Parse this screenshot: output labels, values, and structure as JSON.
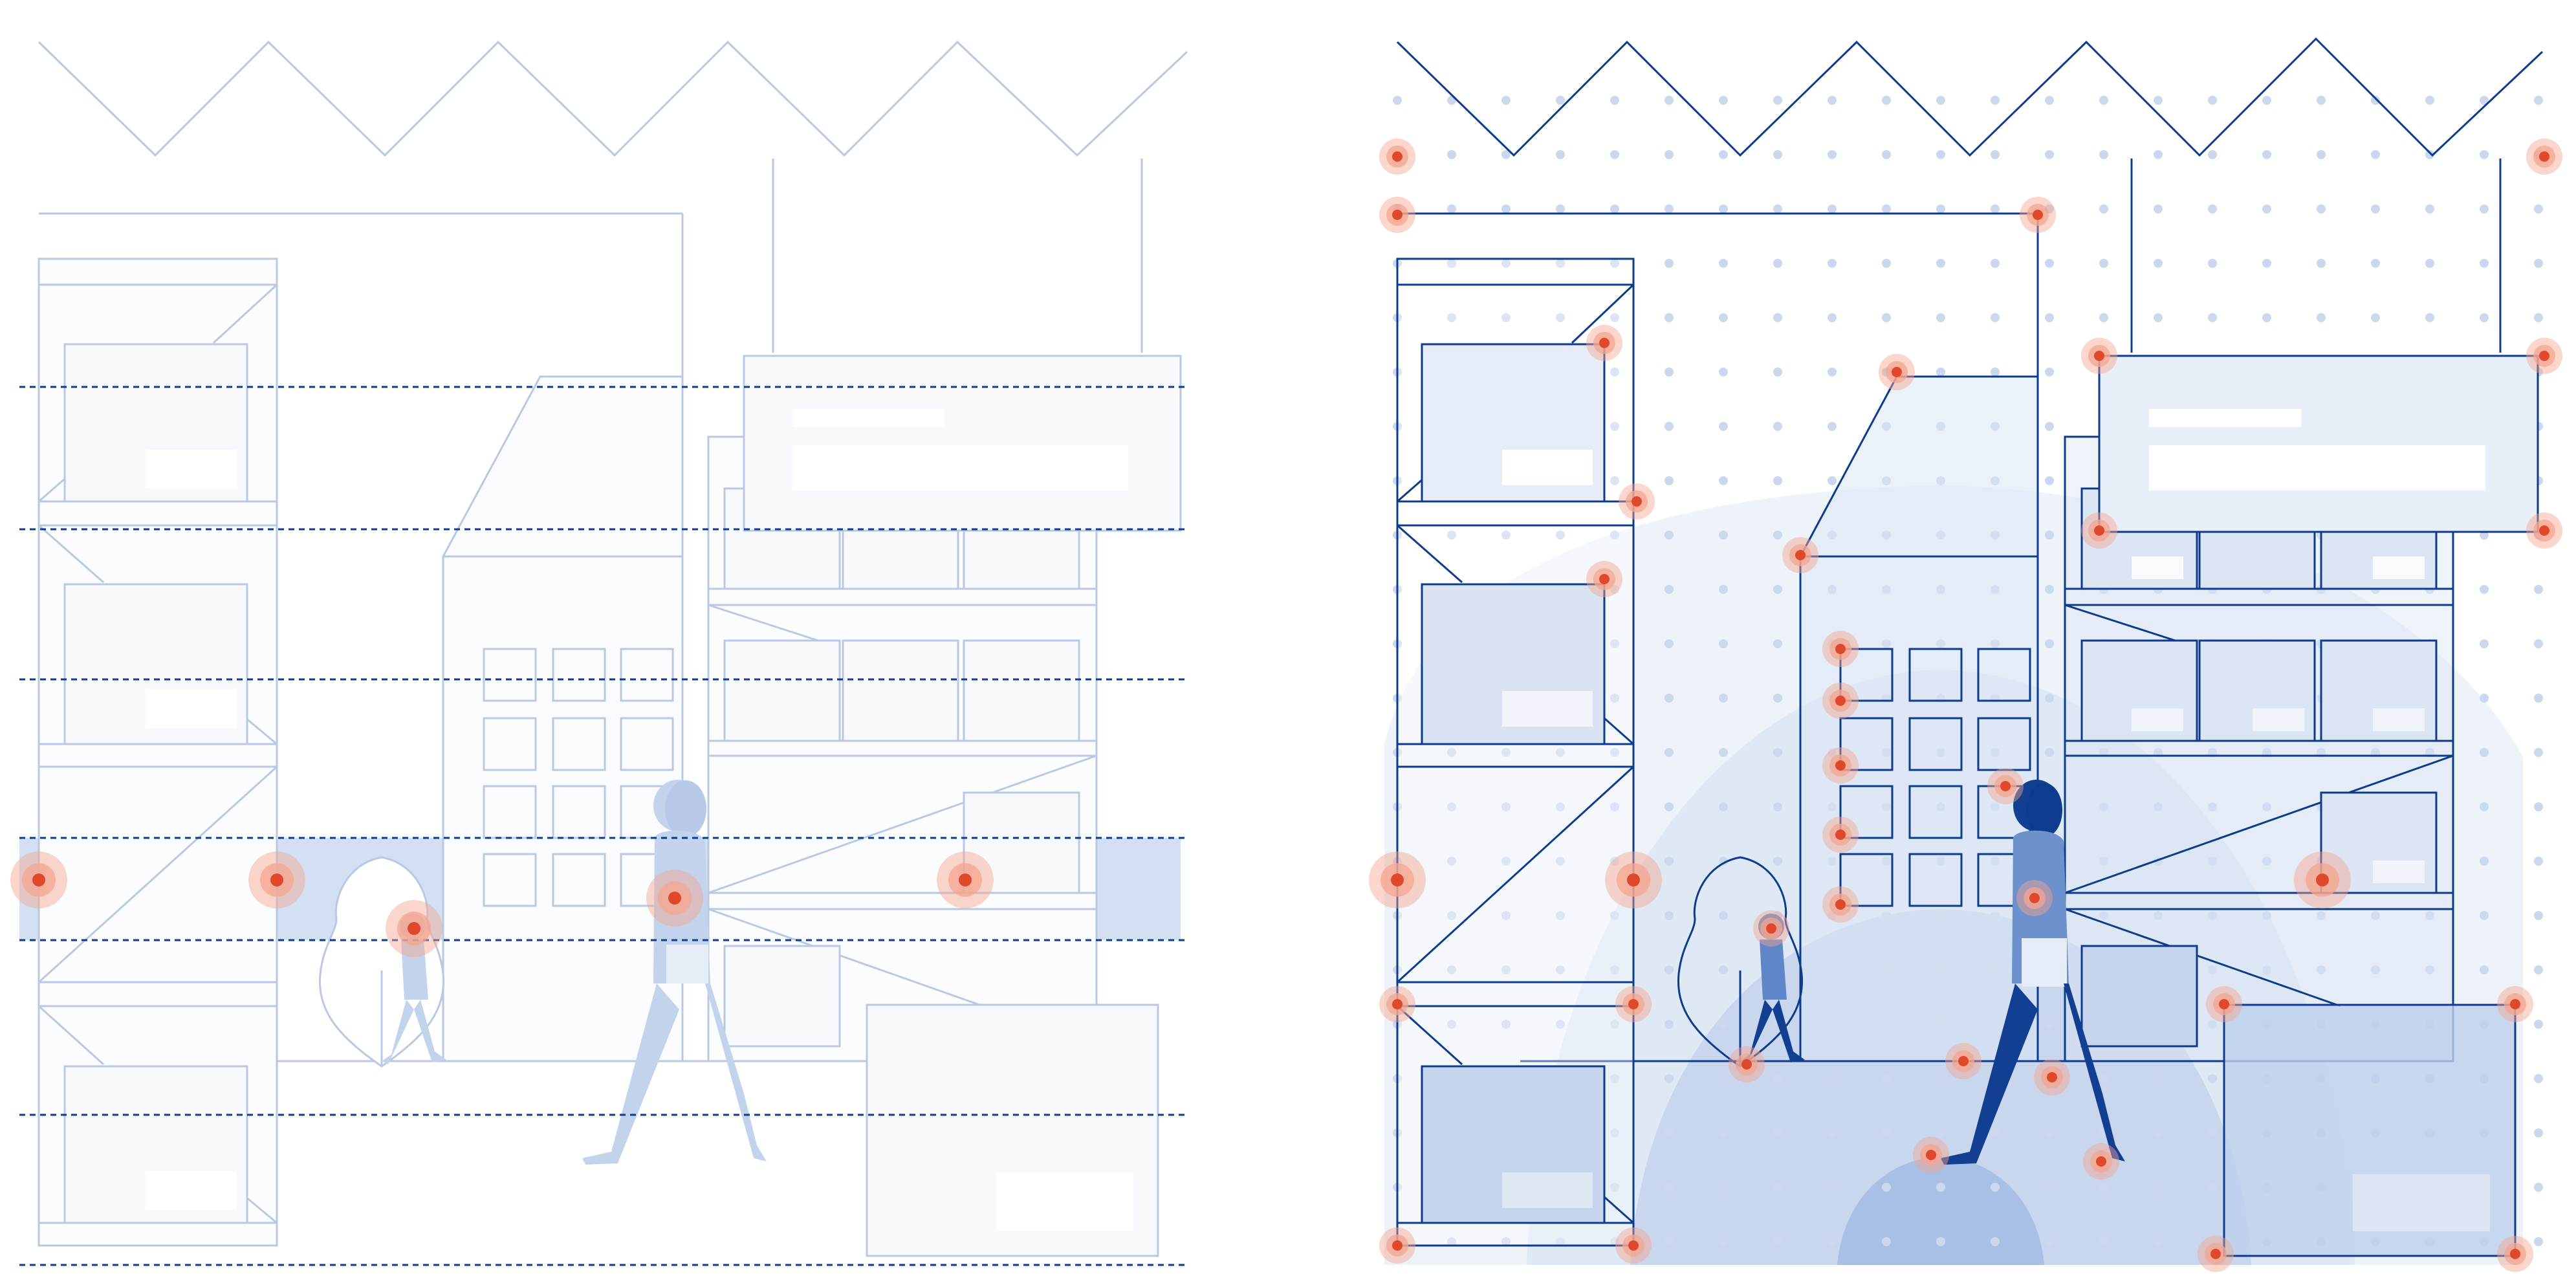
{
  "colors": {
    "background": "#ffffff",
    "line_light": "#b9c9e4",
    "line_dark": "#0d3b8e",
    "fill_lightest": "#f7f9fd",
    "fill_light": "#e6edf8",
    "band": "#d3e0f3",
    "radial_1": "#eef3fa",
    "radial_2": "#dfe8f5",
    "radial_3": "#c8d6ee",
    "radial_4": "#a9c0e6",
    "figure_light": "#c4d3ec",
    "figure_dark": "#123f92",
    "figure_mid": "#5f86c8",
    "dot_grid": "#cbd8ee",
    "marker_core": "#e0482b",
    "marker_halo": "#f4a58f"
  },
  "panels": [
    {
      "name": "scan-panel-left",
      "variant": "light"
    },
    {
      "name": "scan-panel-right",
      "variant": "dark"
    }
  ],
  "icons": [
    "person-walking-icon",
    "tree-icon",
    "keypoint-marker-icon"
  ]
}
